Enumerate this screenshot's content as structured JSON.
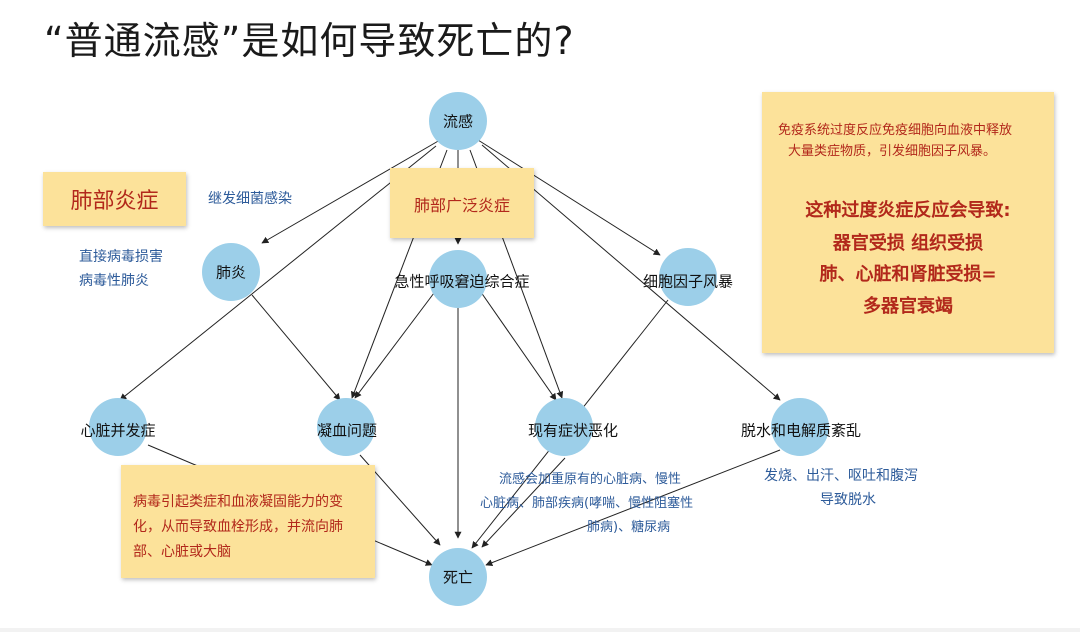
{
  "title": "“普通流感”是如何导致死亡的?",
  "nodes": {
    "flu": "流感",
    "pneumonia": "肺炎",
    "ards": "急性呼吸窘迫综合症",
    "cytokine_storm": "细胞因子风暴",
    "heart": "心脏并发症",
    "coagulation": "凝血问题",
    "worsening": "现有症状恶化",
    "dehydration": "脱水和电解质紊乱",
    "death": "死亡"
  },
  "boxes": {
    "lung_inflammation": "肺部炎症",
    "widespread_inflammation": "肺部广泛炎症",
    "coagulation_note": [
      "病毒引起类症和血液凝固能力的变",
      "化，从而导致血栓形成，并流向肺",
      "部、心脏或大脑"
    ],
    "immune_note": [
      "免疫系统过度反应免疫细胞向血液中释放",
      "大量类症物质，引发细胞因子风暴。"
    ],
    "consequence": [
      "这种过度炎症反应会导致:",
      "器官受损 组织受损",
      "肺、心脏和肾脏受损=",
      "多器官衰竭"
    ]
  },
  "notes": {
    "secondary_infection": "继发细菌感染",
    "direct_damage": [
      "直接病毒损害",
      "病毒性肺炎"
    ],
    "worsening_detail": [
      "流感会加重原有的心脏病、慢性",
      "心脏病、肺部疾病(哮喘、慢性阻塞性",
      "肺病)、糖尿病"
    ],
    "dehydration_detail": [
      "发烧、出汗、呕吐和腹泻",
      "导致脱水"
    ]
  },
  "colors": {
    "node": "#9ccfe9",
    "box": "#fce29a",
    "red_text": "#b2281b",
    "blue_text": "#2d5b9a"
  }
}
